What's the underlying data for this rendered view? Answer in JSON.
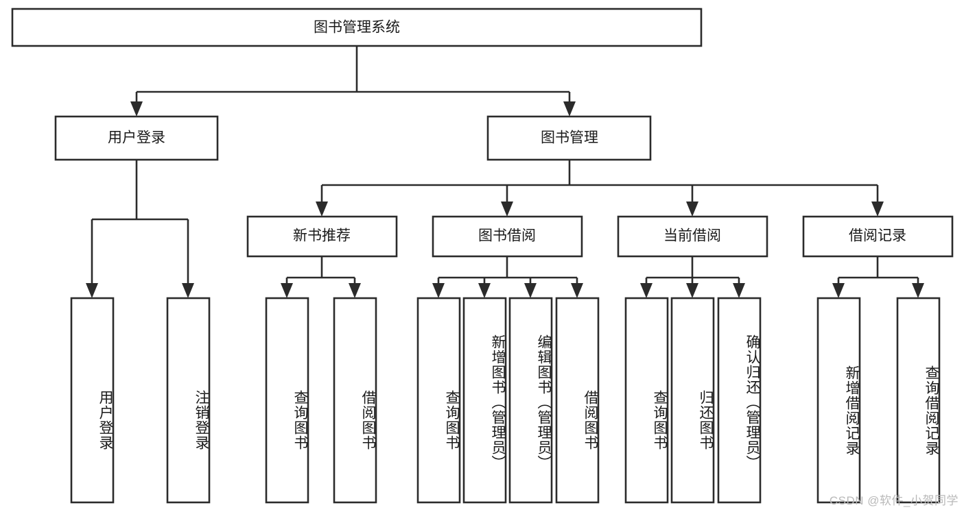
{
  "diagram": {
    "type": "hierarchy-tree",
    "title": "图书管理系统",
    "watermark": "CSDN @软件_小贺同学",
    "colors": {
      "stroke": "#2b2b2b",
      "fill": "#ffffff",
      "text": "#1a1a1a",
      "watermark": "#b9b9b9"
    },
    "levels": {
      "level1": "root",
      "level2": "modules",
      "level3": "submodules",
      "level4": "operations"
    }
  },
  "nodes": {
    "root": {
      "label": "图书管理系统",
      "orientation": "horizontal"
    },
    "level2": [
      {
        "id": "user-login",
        "label": "用户登录",
        "orientation": "horizontal"
      },
      {
        "id": "book-management",
        "label": "图书管理",
        "orientation": "horizontal"
      }
    ],
    "level3": [
      {
        "id": "new-book-recommend",
        "label": "新书推荐",
        "orientation": "horizontal",
        "parent": "book-management"
      },
      {
        "id": "book-borrow",
        "label": "图书借阅",
        "orientation": "horizontal",
        "parent": "book-management"
      },
      {
        "id": "current-borrow",
        "label": "当前借阅",
        "orientation": "horizontal",
        "parent": "book-management"
      },
      {
        "id": "borrow-record",
        "label": "借阅记录",
        "orientation": "horizontal",
        "parent": "book-management"
      }
    ],
    "leaves": [
      {
        "id": "leaf-user-login",
        "label": "用户登录",
        "orientation": "vertical",
        "parent": "user-login"
      },
      {
        "id": "leaf-user-logout",
        "label": "注销登录",
        "orientation": "vertical",
        "parent": "user-login"
      },
      {
        "id": "leaf-query-book-1",
        "label": "查询图书",
        "orientation": "vertical",
        "parent": "new-book-recommend"
      },
      {
        "id": "leaf-borrow-book-1",
        "label": "借阅图书",
        "orientation": "vertical",
        "parent": "new-book-recommend"
      },
      {
        "id": "leaf-query-book-2",
        "label": "查询图书",
        "orientation": "vertical",
        "parent": "book-borrow"
      },
      {
        "id": "leaf-add-book",
        "label": "新增图书（管理员）",
        "orientation": "vertical",
        "parent": "book-borrow"
      },
      {
        "id": "leaf-edit-book",
        "label": "编辑图书（管理员）",
        "orientation": "vertical",
        "parent": "book-borrow"
      },
      {
        "id": "leaf-borrow-book-2",
        "label": "借阅图书",
        "orientation": "vertical",
        "parent": "book-borrow"
      },
      {
        "id": "leaf-query-book-3",
        "label": "查询图书",
        "orientation": "vertical",
        "parent": "current-borrow"
      },
      {
        "id": "leaf-return-book",
        "label": "归还图书",
        "orientation": "vertical",
        "parent": "current-borrow"
      },
      {
        "id": "leaf-confirm-return",
        "label": "确认归还（管理员）",
        "orientation": "vertical",
        "parent": "current-borrow"
      },
      {
        "id": "leaf-add-record",
        "label": "新增借阅记录",
        "orientation": "vertical",
        "parent": "borrow-record"
      },
      {
        "id": "leaf-query-record",
        "label": "查询借阅记录",
        "orientation": "vertical",
        "parent": "borrow-record"
      }
    ]
  }
}
